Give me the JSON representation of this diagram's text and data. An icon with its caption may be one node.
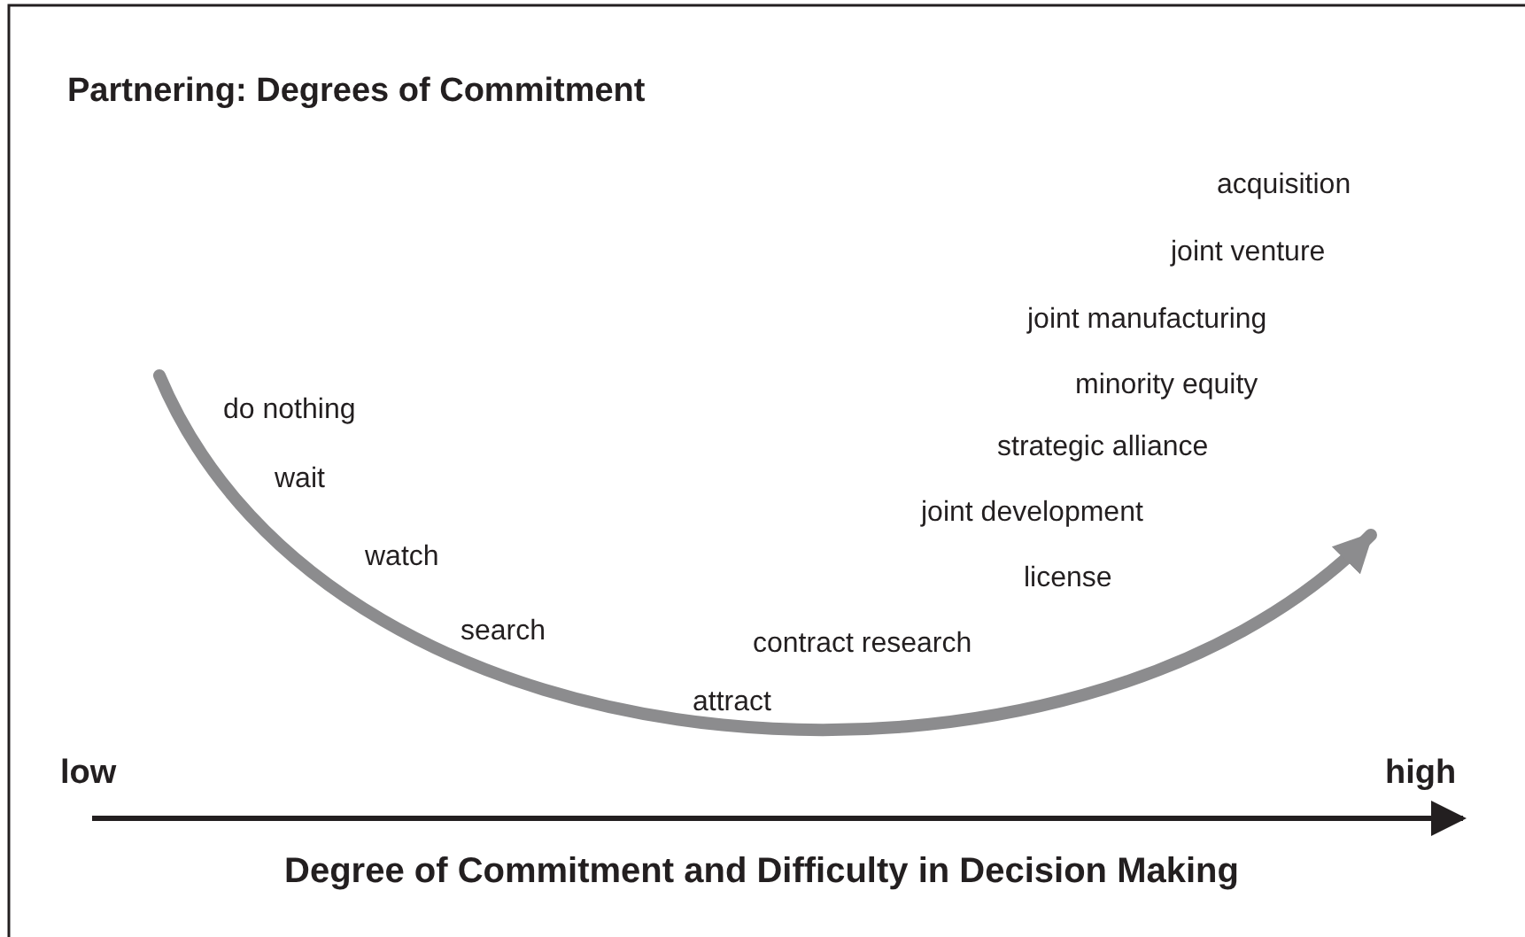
{
  "diagram": {
    "title": "Partnering: Degrees of Commitment",
    "labels": [
      "acquisition",
      "joint venture",
      "joint manufacturing",
      "do nothing",
      "minority equity",
      "strategic alliance",
      "wait",
      "joint development",
      "watch",
      "license",
      "search",
      "contract research",
      "attract",
      "low",
      "high",
      "Degree of Commitment and Difficulty in Decision Making"
    ]
  }
}
